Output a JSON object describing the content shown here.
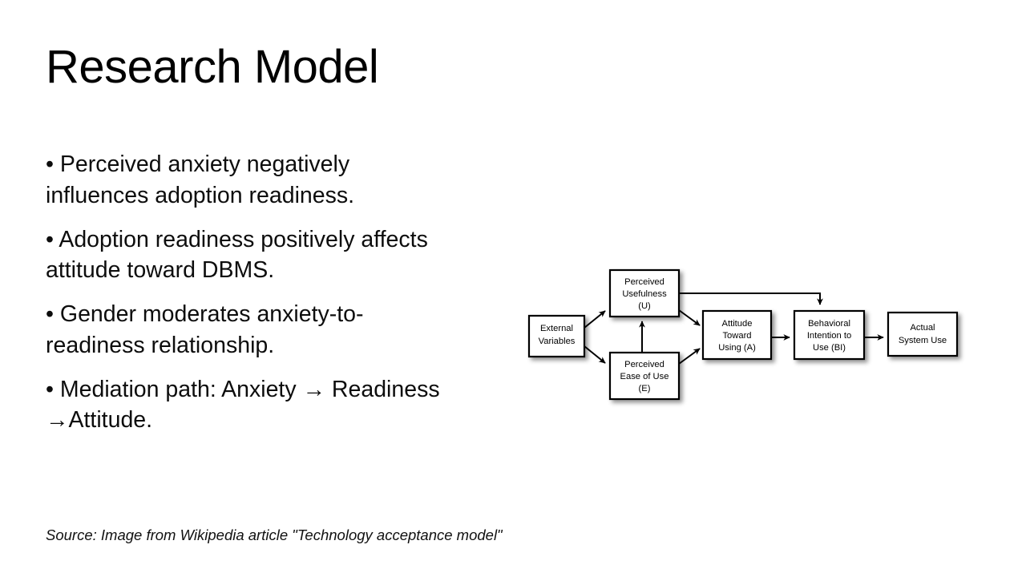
{
  "slide": {
    "title": "Research Model",
    "bullets": [
      "• Perceived anxiety negatively influences adoption readiness.",
      "• Adoption readiness positively affects attitude toward DBMS.",
      "• Gender moderates anxiety-to-readiness relationship.",
      "• Mediation path: Anxiety  → Readiness  →Attitude."
    ],
    "source": "Source: Image from Wikipedia article \"Technology acceptance model\"",
    "background_color": "#ffffff",
    "text_color": "#000000"
  },
  "diagram": {
    "name": "technology-acceptance-model",
    "boxes": {
      "external": {
        "line1": "External",
        "line2": "Variables"
      },
      "usefulness": {
        "line1": "Perceived",
        "line2": "Usefulness",
        "line3": "(U)"
      },
      "ease": {
        "line1": "Perceived",
        "line2": "Ease of Use",
        "line3": "(E)"
      },
      "attitude": {
        "line1": "Attitude",
        "line2": "Toward",
        "line3": "Using (A)"
      },
      "intention": {
        "line1": "Behavioral",
        "line2": "Intention to",
        "line3": "Use (BI)"
      },
      "actual": {
        "line1": "Actual",
        "line2": "System Use"
      }
    },
    "box_fill": "#ffffff",
    "box_stroke": "#000000"
  }
}
